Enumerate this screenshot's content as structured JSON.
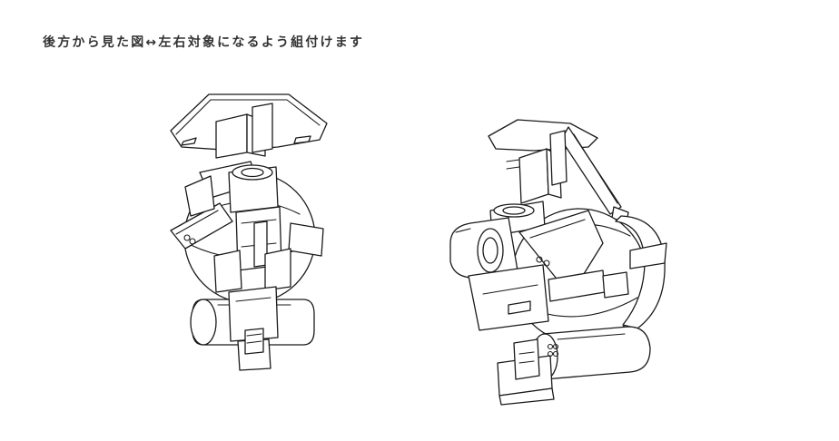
{
  "caption": "後方から見た図↔左右対象になるよう組付けます",
  "figures": [
    {
      "view": "rear-view"
    },
    {
      "view": "angled-view"
    }
  ]
}
